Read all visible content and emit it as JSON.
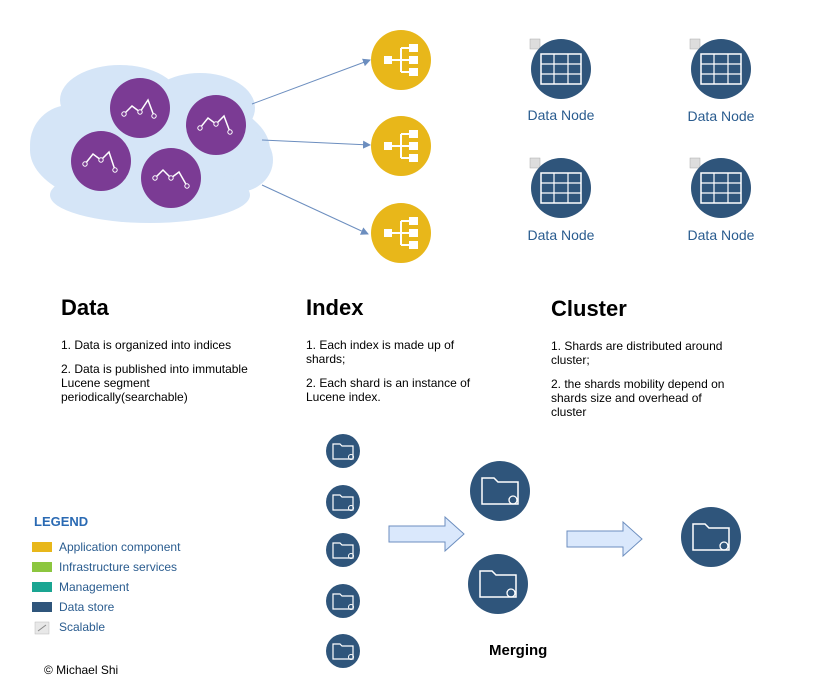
{
  "sections": {
    "data": {
      "title": "Data",
      "item1": "1. Data is organized into indices",
      "item2": "2. Data is published into immutable Lucene segment periodically(searchable)"
    },
    "index": {
      "title": "Index",
      "item1": "1. Each index is made up of shards;",
      "item2": "2. Each shard is an instance of Lucene index."
    },
    "cluster": {
      "title": "Cluster",
      "item1": "1. Shards are distributed around cluster;",
      "item2": "2. the shards mobility  depend on shards size and overhead of cluster"
    }
  },
  "data_nodes": [
    "Data Node",
    "Data Node",
    "Data Node",
    "Data Node"
  ],
  "legend": {
    "title": "LEGEND",
    "items": [
      {
        "label": "Application component",
        "color": "#e8b71a"
      },
      {
        "label": "Infrastructure services",
        "color": "#8cc63f"
      },
      {
        "label": "Management",
        "color": "#1aa592"
      },
      {
        "label": "Data store",
        "color": "#2f557b"
      },
      {
        "label": "Scalable",
        "color": "#cccccc"
      }
    ]
  },
  "merging_label": "Merging",
  "copyright": "© Michael Shi",
  "colors": {
    "cloud": "#d5e5f7",
    "data_circle": "#7b3b94",
    "index_circle": "#e8b71a",
    "store_circle": "#2f557b",
    "arrow_fill": "#dae8fc",
    "arrow_stroke": "#6c8ebf",
    "connector": "#6c8ebf"
  }
}
